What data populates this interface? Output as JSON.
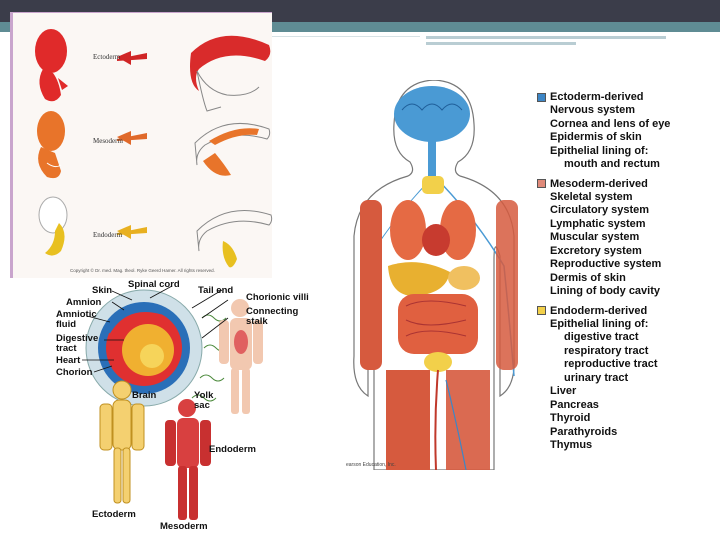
{
  "germ_layers": {
    "labels": [
      "Ectoderm",
      "Mesoderm",
      "Endoderm"
    ],
    "copyright": "Copyright © Dr. med. Mag. theol. Ryke Geerd Hamer. All rights reserved.",
    "credit": "© Dr. med. Mag. theol. Ryke Geerd Hamer",
    "colors": {
      "ectoderm": "#e02a2a",
      "mesoderm": "#e8742a",
      "endoderm": "#e8c020"
    }
  },
  "embryo_figure": {
    "labels": {
      "skin": "Skin",
      "spinal_cord": "Spinal cord",
      "tail_end": "Tail end",
      "amnion": "Amnion",
      "chorionic_villi": "Chorionic villi",
      "amniotic_fluid": "Amniotic\nfluid",
      "connecting_stalk": "Connecting\nstalk",
      "digestive_tract": "Digestive\ntract",
      "heart": "Heart",
      "chorion": "Chorion",
      "brain": "Brain",
      "yolk_sac": "Yolk\nsac",
      "endoderm": "Endoderm",
      "ectoderm": "Ectoderm",
      "mesoderm": "Mesoderm"
    }
  },
  "body_systems": {
    "credit": "earson Education, Inc.",
    "groups": [
      {
        "title": "Ectoderm-derived",
        "color": "#3d86c6",
        "items": [
          {
            "text": "Nervous system",
            "sub": false
          },
          {
            "text": "Cornea and lens of eye",
            "sub": false
          },
          {
            "text": "Epidermis of skin",
            "sub": false
          },
          {
            "text": "Epithelial lining of:",
            "sub": false
          },
          {
            "text": "mouth and rectum",
            "sub": true
          }
        ]
      },
      {
        "title": "Mesoderm-derived",
        "color": "#e08a7a",
        "items": [
          {
            "text": "Skeletal system",
            "sub": false
          },
          {
            "text": "Circulatory system",
            "sub": false
          },
          {
            "text": "Lymphatic system",
            "sub": false
          },
          {
            "text": "Muscular system",
            "sub": false
          },
          {
            "text": "Excretory system",
            "sub": false
          },
          {
            "text": "Reproductive system",
            "sub": false
          },
          {
            "text": "Dermis of skin",
            "sub": false
          },
          {
            "text": "Lining of body cavity",
            "sub": false
          }
        ]
      },
      {
        "title": "Endoderm-derived",
        "color": "#f2d04a",
        "items": [
          {
            "text": "Epithelial lining of:",
            "sub": false
          },
          {
            "text": "digestive tract",
            "sub": true
          },
          {
            "text": "respiratory tract",
            "sub": true
          },
          {
            "text": "reproductive tract",
            "sub": true
          },
          {
            "text": "urinary tract",
            "sub": true
          },
          {
            "text": "Liver",
            "sub": false
          },
          {
            "text": "Pancreas",
            "sub": false
          },
          {
            "text": "Thyroid",
            "sub": false
          },
          {
            "text": "Parathyroids",
            "sub": false
          },
          {
            "text": "Thymus",
            "sub": false
          }
        ]
      }
    ]
  }
}
